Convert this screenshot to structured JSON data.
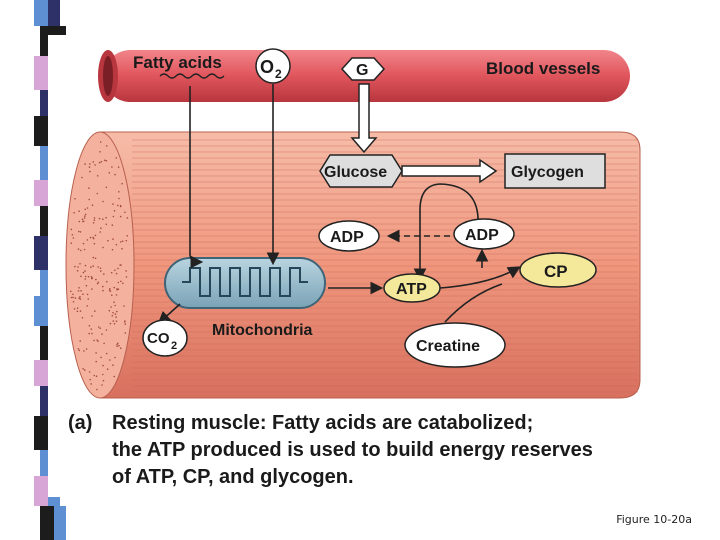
{
  "labels": {
    "fatty_acids": "Fatty acids",
    "o2_main": "O",
    "o2_sub": "2",
    "g": "G",
    "blood_vessels": "Blood vessels",
    "glucose": "Glucose",
    "glycogen": "Glycogen",
    "adp_left": "ADP",
    "adp_right": "ADP",
    "atp": "ATP",
    "cp": "CP",
    "co2_main": "CO",
    "co2_sub": "2",
    "mitochondria": "Mitochondria",
    "creatine": "Creatine"
  },
  "caption": {
    "tag": "(a)",
    "heading": "Resting muscle:",
    "line1": " Fatty acids are catabolized;",
    "line2": "the ATP produced is used to build energy reserves",
    "line3": "of ATP, CP, and glycogen."
  },
  "figure_ref": "Figure 10-20a",
  "colors": {
    "vessel": "#e0555c",
    "muscle": "#f2a08c",
    "mito": "#8fb6c8",
    "atp_fill": "#f4e99a",
    "stripe_dark": "#1c1c1c",
    "stripe_navy": "#2e3168",
    "stripe_pink": "#d7a6d6",
    "stripe_blue": "#5d8fd2"
  }
}
